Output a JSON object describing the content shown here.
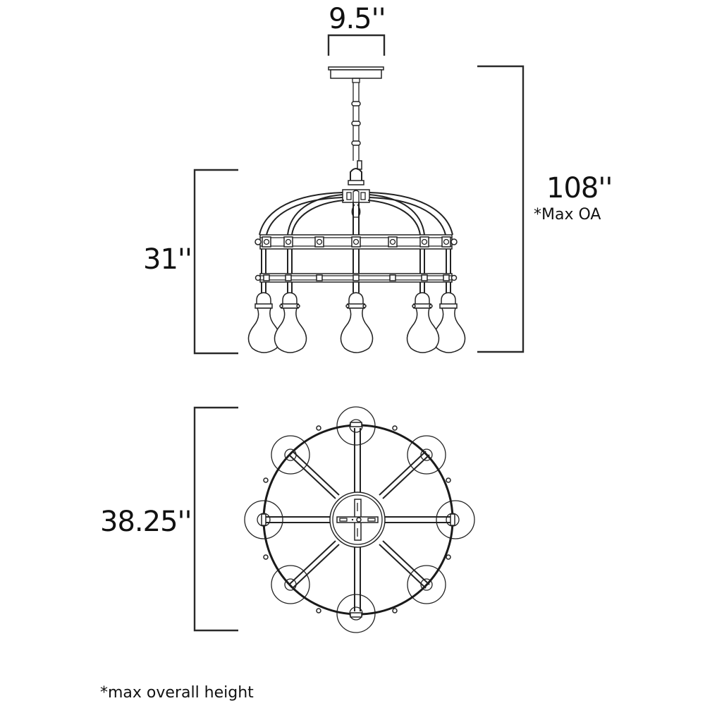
{
  "figure": {
    "title": "Chandelier dimension drawing",
    "views": [
      "side elevation",
      "top/bottom plan view"
    ]
  },
  "dimensions": {
    "canopy_width": {
      "value": "9.5''",
      "meaning": "canopy width"
    },
    "overall_height": {
      "value": "108''",
      "note": "*Max OA"
    },
    "fixture_height": {
      "value": "31''"
    },
    "fixture_diameter": {
      "value": "38.25''"
    }
  },
  "footnote": "*max overall height",
  "drawing": {
    "side_view": {
      "visible_bulbs": 5,
      "bands": 2
    },
    "plan_view": {
      "arms": 8,
      "lights": 8
    }
  },
  "colors": {
    "line": "#222222",
    "background": "#ffffff"
  }
}
